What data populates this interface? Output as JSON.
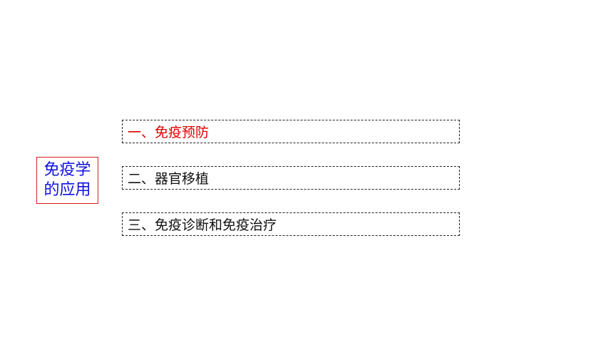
{
  "title": {
    "line1": "免疫学",
    "line2": "的应用"
  },
  "items": [
    {
      "label": "一、免疫预防",
      "color": "#e00000"
    },
    {
      "label": "二、器官移植",
      "color": "#111111"
    },
    {
      "label": "三、免疫诊断和免疫治疗",
      "color": "#111111"
    }
  ]
}
